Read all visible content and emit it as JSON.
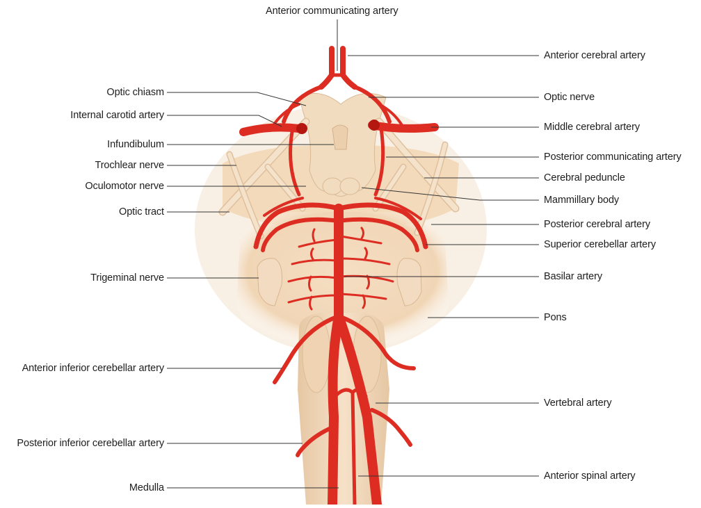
{
  "figure": {
    "top_label": "Anterior communicating artery",
    "left_labels": [
      "Optic chiasm",
      "Internal carotid artery",
      "Infundibulum",
      "Trochlear nerve",
      "Oculomotor nerve",
      "Optic tract",
      "Trigeminal nerve",
      "Anterior inferior cerebellar artery",
      "Posterior inferior cerebellar artery",
      "Medulla"
    ],
    "right_labels": [
      "Anterior cerebral artery",
      "Optic nerve",
      "Middle cerebral artery",
      "Posterior communicating artery",
      "Cerebral peduncle",
      "Mammillary body",
      "Posterior cerebral artery",
      "Superior cerebellar artery",
      "Basilar artery",
      "Pons",
      "Vertebral artery",
      "Anterior spinal artery"
    ]
  },
  "colors": {
    "tissue": "#f3dcc0",
    "tissue_shadow": "#e2c4a2",
    "artery": "#dd2c22",
    "artery_dark": "#b3170f",
    "nerve": "#f0d9bd",
    "leader": "#333333"
  }
}
